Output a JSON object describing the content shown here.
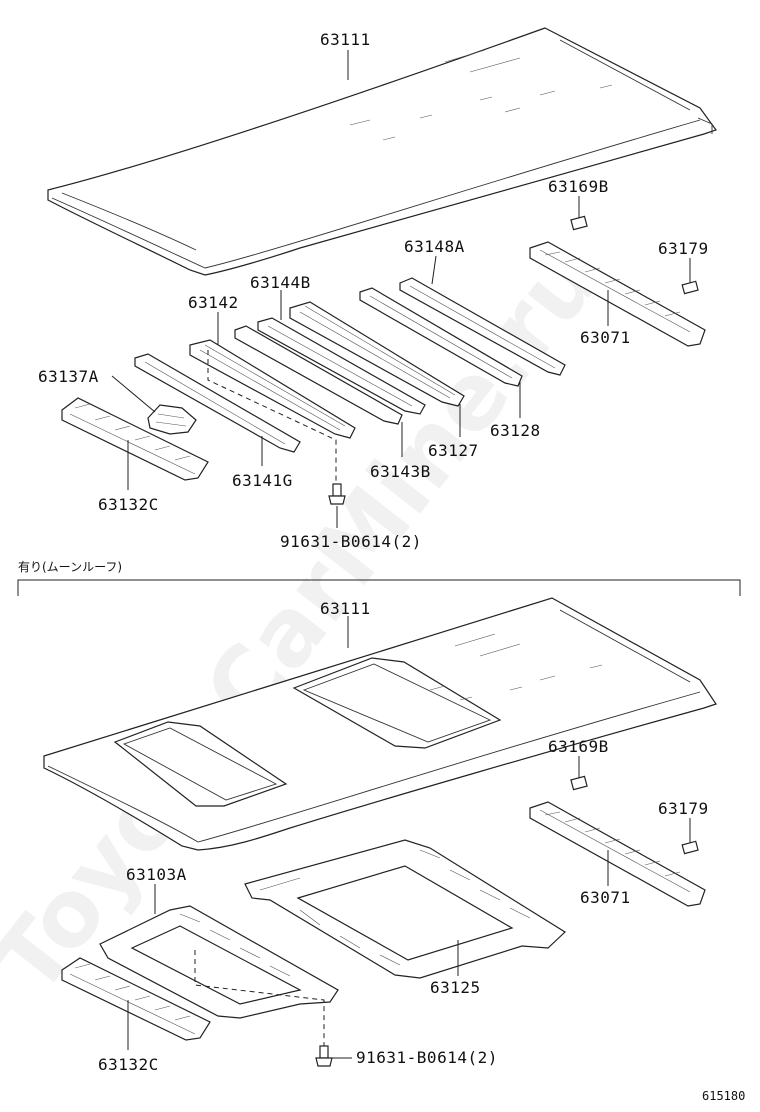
{
  "watermark": "ToyotaCarMine.ru",
  "section_top": {
    "labels": {
      "roof_panel": "63111",
      "bracket_b": "63169B",
      "clip": "63179",
      "front_header": "63071",
      "bow_148a": "63148A",
      "bow_144b": "63144B",
      "bow_142": "63142",
      "bracket_137a": "63137A",
      "rear_header": "63132C",
      "bow_141g": "63141G",
      "bow_143b": "63143B",
      "bow_127": "63127",
      "bow_128": "63128",
      "bolt": "91631-B0614(2)"
    }
  },
  "section_bottom": {
    "condition_note": "有り(ムーンルーフ)",
    "labels": {
      "roof_panel": "63111",
      "bracket_b": "63169B",
      "clip": "63179",
      "front_header": "63071",
      "reinforcement_a": "63103A",
      "reinforcement": "63125",
      "rear_header": "63132C",
      "bolt": "91631-B0614(2)"
    }
  },
  "diagram_code": "615180"
}
